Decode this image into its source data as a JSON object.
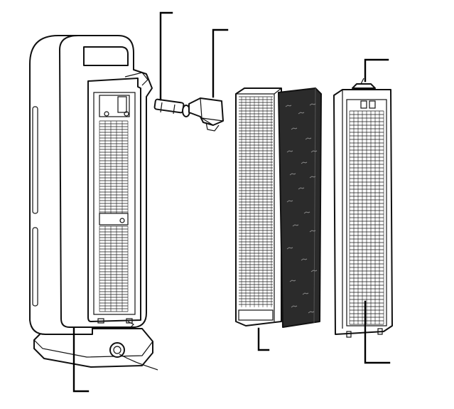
{
  "diagram": {
    "parts": [
      {
        "id": "air-purifier-body"
      },
      {
        "id": "uv-c-bulb"
      },
      {
        "id": "bulb-cover"
      },
      {
        "id": "hepa-filter"
      },
      {
        "id": "carbon-pre-filter"
      },
      {
        "id": "filter-grille-cover"
      }
    ],
    "callout_lines": [
      {
        "target": "air-purifier-body"
      },
      {
        "target": "uv-c-bulb"
      },
      {
        "target": "bulb-cover"
      },
      {
        "target": "filter-grille-cover"
      },
      {
        "target": "hepa-filter"
      },
      {
        "target": "filter-grille-cover-bottom"
      }
    ],
    "colors": {
      "outline": "#111111",
      "carbon": "#2b2b2b",
      "background": "#ffffff"
    }
  }
}
